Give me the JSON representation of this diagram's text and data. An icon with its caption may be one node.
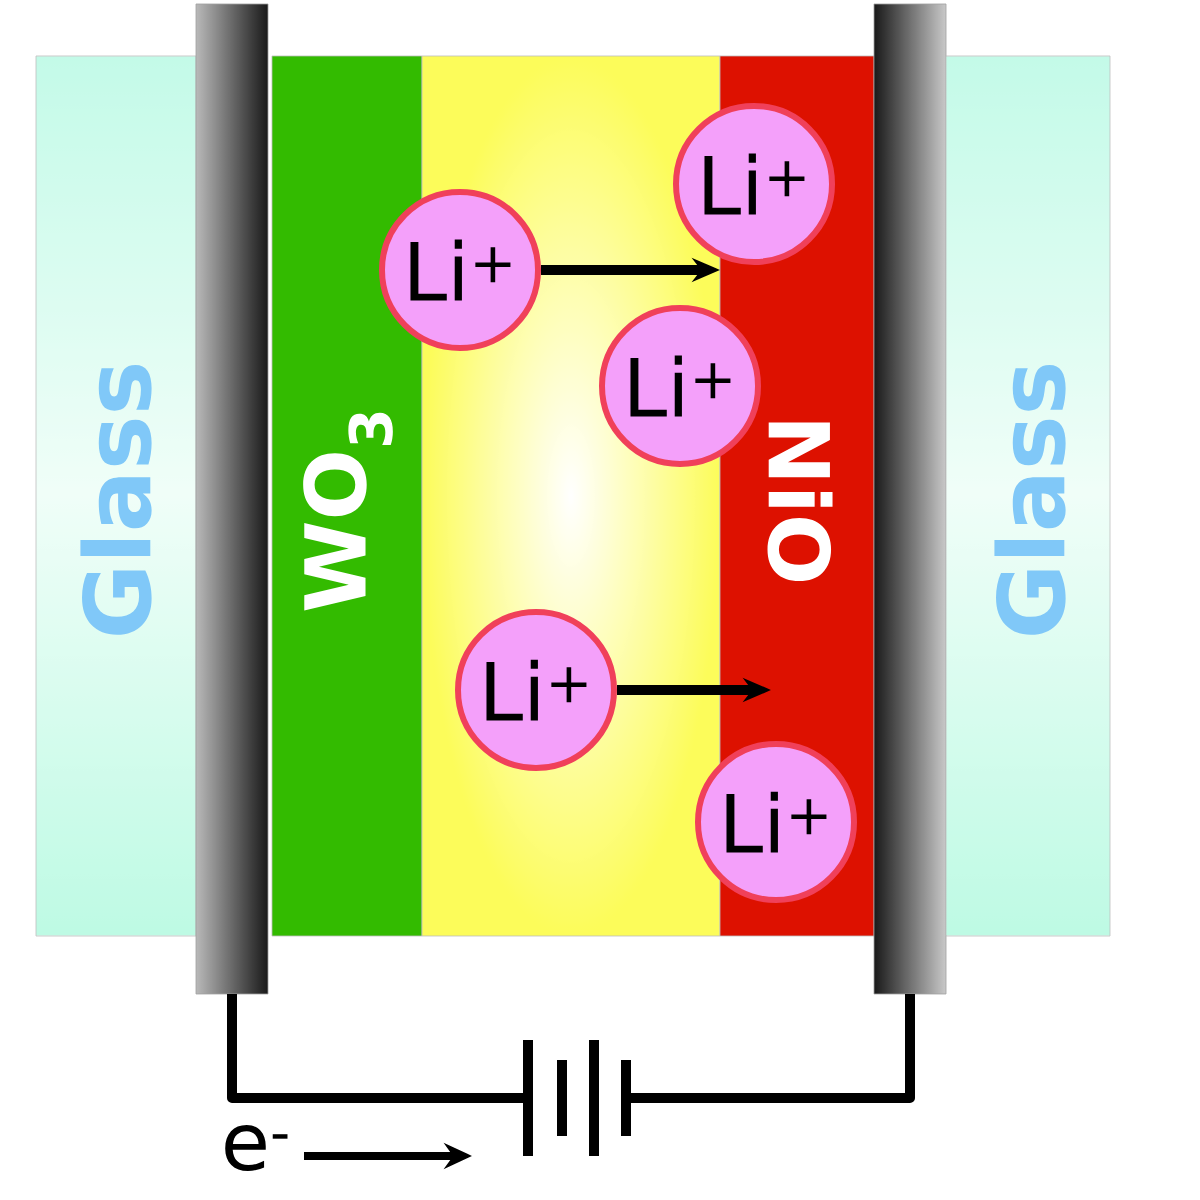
{
  "diagram": {
    "nodes": [
      {
        "text": [
          "Glass"
        ]
      },
      {
        "text": [],
        "shape": "bar"
      },
      {
        "text": [
          "WO$_{3}$"
        ]
      },
      {
        "text": [],
        "shape": "box"
      },
      {
        "text": [
          "NiO"
        ]
      },
      {
        "text": [],
        "shape": "bar"
      },
      {
        "text": [
          "Glass"
        ]
      },
      {
        "text": [
          "Li$^{+}$"
        ]
      },
      {
        "text": [
          "Li$^{+}$"
        ]
      },
      {
        "text": [
          "Li$^{+}$"
        ]
      },
      {
        "text": [
          "Li$^{+}$"
        ],
        "in": 3
      },
      {
        "text": [
          "Li$^{+}$"
        ]
      },
      {
        "text": [],
        "shape": "battery"
      }
    ],
    "edges": [
      {
        "from": 1,
        "to": 12,
        "arrow": "none"
      },
      {
        "from": 12,
        "to": 5,
        "arrow": "none"
      },
      {
        "from": 7,
        "to": 4,
        "arrow": "to"
      },
      {
        "from": 10,
        "to": 4,
        "arrow": "to"
      }
    ],
    "labels": [
      "e$^{-}$"
    ]
  }
}
